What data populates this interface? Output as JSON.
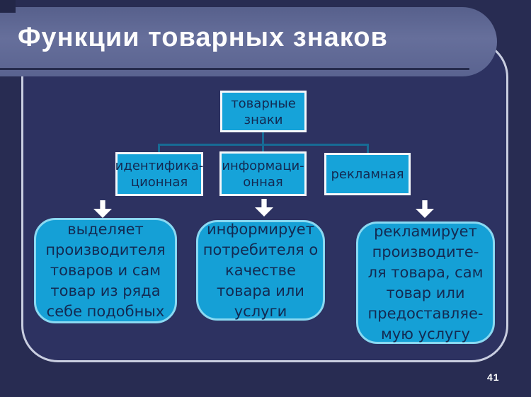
{
  "slide": {
    "title": "Функции товарных знаков",
    "page_number": "41"
  },
  "diagram": {
    "type": "org-chart",
    "root_label": "товарные\nзнаки",
    "branches": [
      {
        "function": "идентифика-\nционная",
        "description": "выделяет\nпроизводителя\nтоваров и сам\nтовар из ряда\nсебе подобных"
      },
      {
        "function": "информаци-\nонная",
        "description": "информирует\nпотребителя о\nкачестве\nтовара или\nуслуги"
      },
      {
        "function": "рекламная",
        "description": "рекламирует\nпроизводите-\nля товара, сам\nтовар или\nпредоставляе-\nмую услугу"
      }
    ]
  },
  "colors": {
    "background": "#282c52",
    "panel_outline": "#c9cee0",
    "header_band": "#5d668f",
    "band_underline": "#252a4c",
    "box_fill": "#16a3d9",
    "box_border": "#f4f7fa",
    "rounded_box_border": "#8ad9f2",
    "connector": "#176b95",
    "box_text": "#132a52",
    "title_text": "#ffffff",
    "arrow": "#ffffff"
  }
}
